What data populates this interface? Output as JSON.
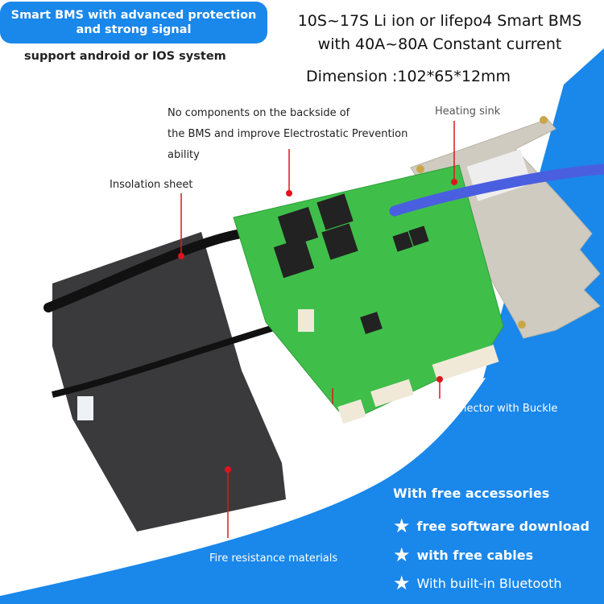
{
  "header": {
    "badge_line1": "Smart BMS with advanced protection",
    "badge_line2": "and strong signal",
    "subtitle": "support android or IOS system",
    "title_line1": "10S~17S Li ion or lifepo4 Smart  BMS",
    "title_line2": "with 40A~80A Constant current",
    "dimension": "Dimension :102*65*12mm"
  },
  "annotations": {
    "no_components_line1": "No components on the backside of",
    "no_components_line2": "the  BMS  and improve Electrostatic Prevention",
    "no_components_line3": "ability",
    "heating_sink": "Heating sink",
    "insulation_sheet": "Insolation sheet",
    "connector": "Connector with Buckle",
    "fire_resistance": "Fire resistance materials"
  },
  "accessories": {
    "heading": "With free accessories",
    "items": [
      {
        "icon": "star-icon",
        "label": "free software download"
      },
      {
        "icon": "star-icon",
        "label": " with free cables"
      },
      {
        "icon": "star-icon",
        "label": "With  built-in Bluetooth"
      }
    ]
  },
  "colors": {
    "brand_blue": "#1a87ea",
    "leader_red": "#e0141e",
    "pcb_green": "#3fbf4a",
    "sheet_black": "#3a3a3c",
    "heatsink_silver": "#cfcbc0",
    "cable_blue": "#4a5fe0"
  }
}
